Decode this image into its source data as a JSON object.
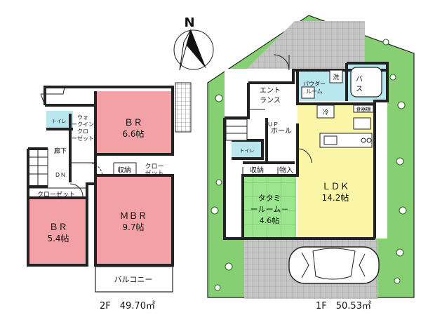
{
  "compass": {
    "label": "N"
  },
  "floor2": {
    "caption": "2F　49.70㎡",
    "rooms": {
      "br_upper": {
        "name": "ＢＲ",
        "size": "6.6帖"
      },
      "br_lower": {
        "name": "ＢＲ",
        "size": "5.4帖"
      },
      "mbr": {
        "name": "ＭＢＲ",
        "size": "9.7帖"
      },
      "walk_in_closet": [
        "ウォ",
        "ークイン",
        "クロ",
        "ーゼット"
      ],
      "hallway": "廊下",
      "down": "ＤＮ",
      "storage": "収納",
      "closet": [
        "クロー",
        "ゼット"
      ],
      "closet_bar": "クローゼット",
      "toilet": "トイレ",
      "balcony": "バルコニー"
    }
  },
  "floor1": {
    "caption": "1F　50.53㎡",
    "rooms": {
      "entrance": [
        "エント",
        "ランス"
      ],
      "hall": "ホール",
      "up": "ＵＰ",
      "powder_room": [
        "パウダー",
        "ルーム"
      ],
      "bath": [
        "バ",
        "ス"
      ],
      "washing_machine": "洗",
      "fridge": "冷",
      "pantry": "食器棚",
      "storage": "収納",
      "closet_in": "物入",
      "tatami": {
        "name": [
          "タタミ",
          "ールーム－"
        ],
        "size": "4.6帖"
      },
      "ldk": {
        "name": "ＬＤＫ",
        "size": "14.2帖"
      },
      "toilet": "トイレ"
    }
  },
  "colors": {
    "bedroom": "#f2a2a6",
    "ldk": "#fbf5a8",
    "tatami": "#9be68e",
    "wet": "#b9e7ef",
    "yard": "#86cf72",
    "tile": "#c6c6c6",
    "wall": "#222222"
  }
}
